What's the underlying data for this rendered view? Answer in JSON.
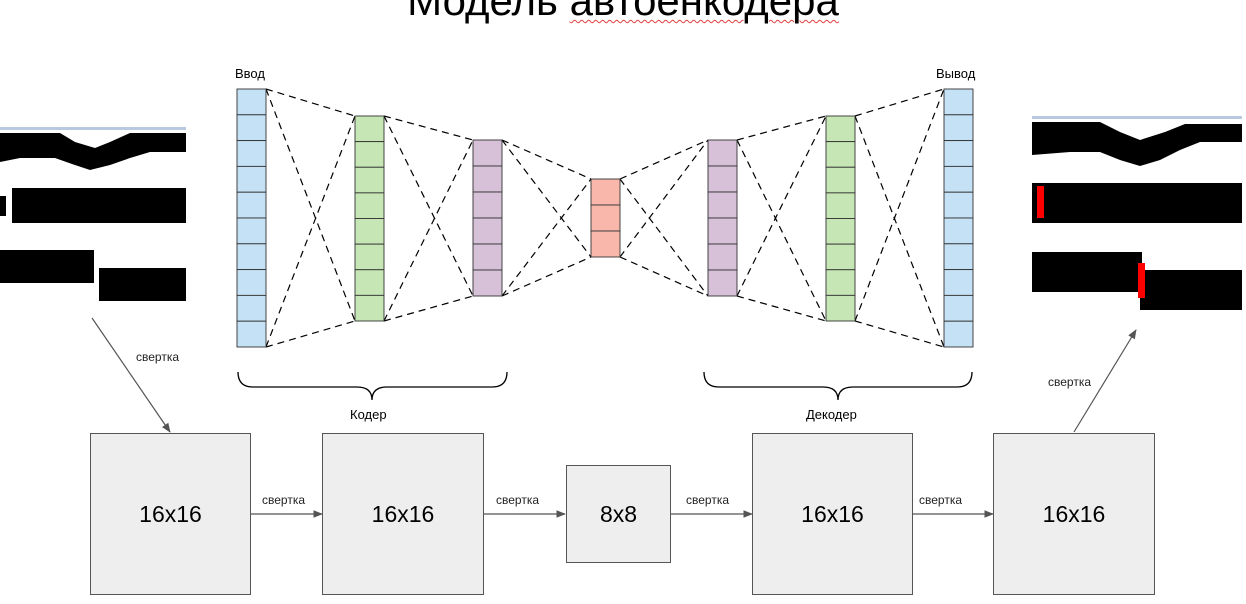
{
  "title": {
    "first": "Модель",
    "second": "автоенкодера"
  },
  "network": {
    "input_label": "Ввод",
    "output_label": "Вывод",
    "encoder_label": "Кодер",
    "decoder_label": "Декодер",
    "layers": [
      {
        "id": "input",
        "cells": 10,
        "color": "#c5e1f5"
      },
      {
        "id": "enc1",
        "cells": 8,
        "color": "#c6e6b5"
      },
      {
        "id": "enc2",
        "cells": 6,
        "color": "#d7c1d9"
      },
      {
        "id": "latent",
        "cells": 3,
        "color": "#f9b7ac"
      },
      {
        "id": "dec1",
        "cells": 6,
        "color": "#d7c1d9"
      },
      {
        "id": "dec2",
        "cells": 8,
        "color": "#c6e6b5"
      },
      {
        "id": "output",
        "cells": 10,
        "color": "#c5e1f5"
      }
    ]
  },
  "pipeline": {
    "boxes": [
      "16x16",
      "16x16",
      "8x8",
      "16x16",
      "16x16"
    ],
    "arrow_label": "свертка",
    "in_arrow_label": "свертка",
    "out_arrow_label": "свертка"
  },
  "colors": {
    "stroke": "#000000",
    "box_fill": "#eeeeee",
    "box_border": "#555555",
    "arrow": "#555555",
    "highlight": "#ff0000",
    "top_line": "#b8c8e0"
  }
}
